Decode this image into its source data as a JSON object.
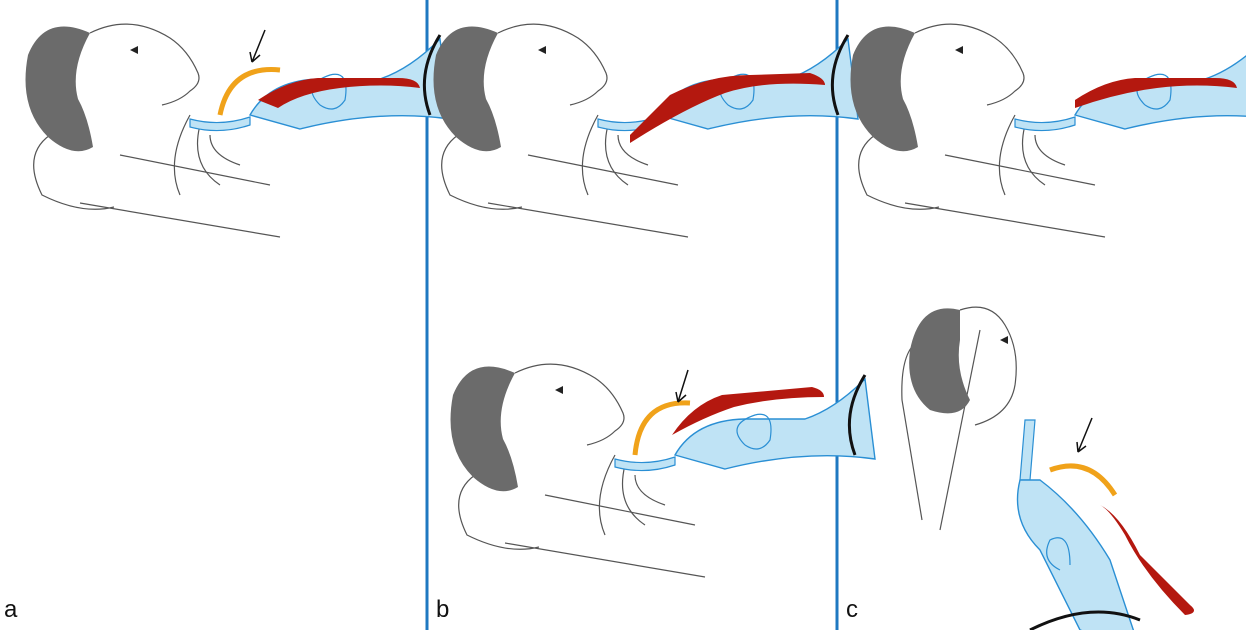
{
  "panels": [
    {
      "letter": "a"
    },
    {
      "letter": "b"
    },
    {
      "letter": "c"
    }
  ],
  "colors": {
    "divider": "#1f78c1",
    "hair": "#6b6b6b",
    "water": "#bfe3f5",
    "water_stroke": "#2a8fd4",
    "blood": "#b4180f",
    "probe": "#f0a21a",
    "outline": "#555555"
  }
}
